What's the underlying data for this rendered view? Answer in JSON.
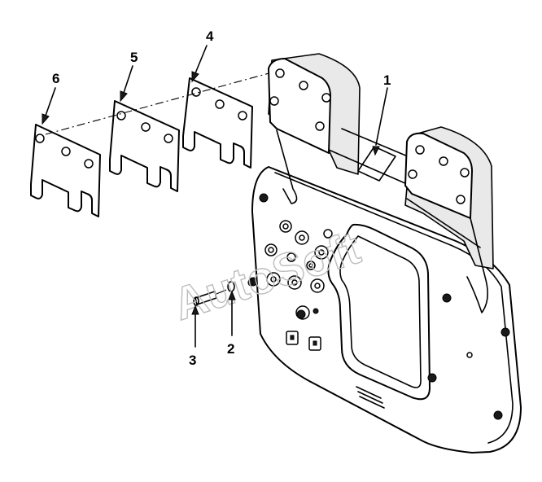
{
  "callouts": {
    "c1": "1",
    "c2": "2",
    "c3": "3",
    "c4": "4",
    "c5": "5",
    "c6": "6"
  },
  "watermark": "AutoSoft",
  "colors": {
    "ink": "#000000",
    "watermark": "#bdbdbd",
    "background": "#ffffff"
  }
}
